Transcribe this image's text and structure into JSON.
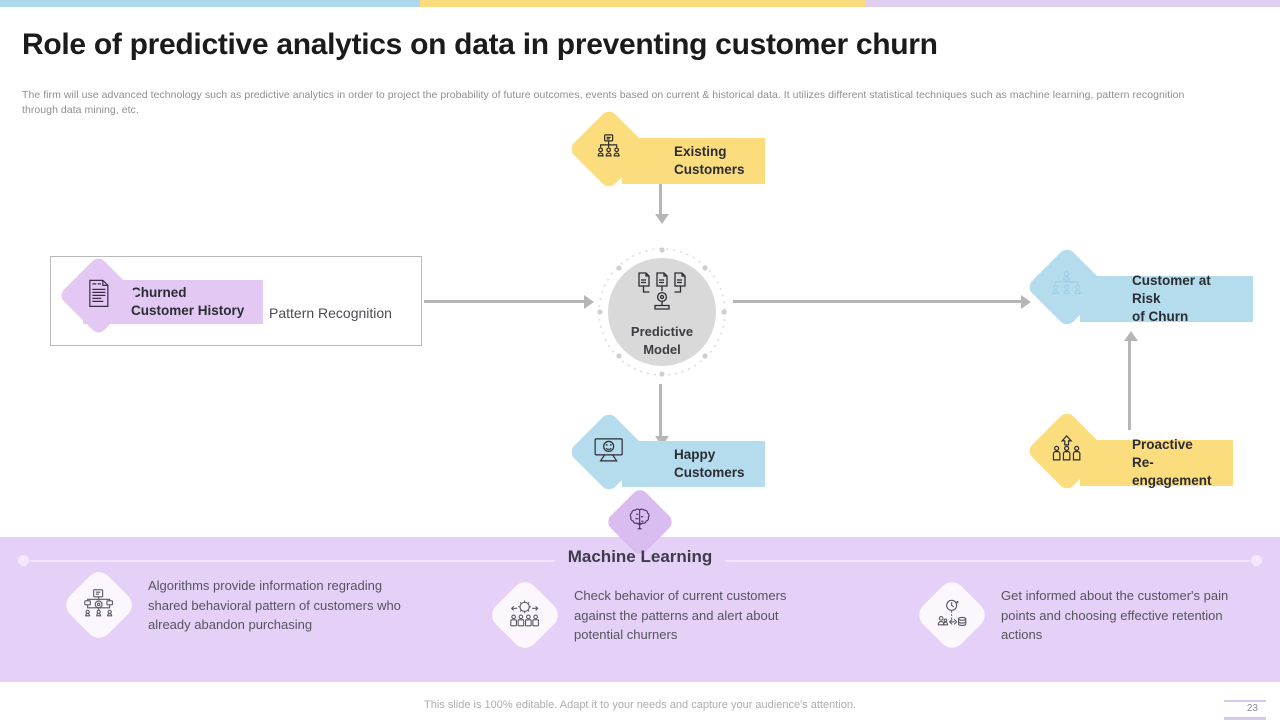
{
  "theme": {
    "yellow": "#fbdd7d",
    "blue": "#b4dcec",
    "purple": "#e2c8f2",
    "band_purple": "#e5d0f7",
    "connector_gray": "#b6b6b6",
    "circle_gray": "#d9d9d9"
  },
  "header": {
    "title": "Role of predictive analytics on data in preventing customer churn",
    "subtitle": "The firm will use advanced technology such as predictive analytics in order to project the probability of future outcomes, events based on current & historical data. It utilizes different statistical techniques such as machine learning, pattern recognition through data mining, etc."
  },
  "diagram": {
    "existing_customers": {
      "label": "Existing\nCustomers",
      "icon": "org-chart-people-icon"
    },
    "churn_card": {
      "label": "Churned\nCustomer History",
      "pattern_label": "Pattern Recognition",
      "icon": "document-text-icon"
    },
    "predictive_model": {
      "label": "Predictive\nModel",
      "icon": "documents-gear-flow-icon"
    },
    "customer_at_risk": {
      "label": "Customer at Risk\nof Churn",
      "icon": "people-network-icon"
    },
    "happy_customers": {
      "label": "Happy Customers",
      "icon": "monitor-smiley-icon"
    },
    "proactive": {
      "label": "Proactive\nRe-engagement",
      "icon": "people-uparrow-icon"
    }
  },
  "machine_learning": {
    "title": "Machine Learning",
    "icon": "brain-icon",
    "items": [
      {
        "text": "Algorithms provide information regrading shared behavioral pattern of customers who already abandon purchasing",
        "icon": "network-gear-icon"
      },
      {
        "text": "Check behavior of current customers against the patterns and alert about potential churners",
        "icon": "gear-people-icon"
      },
      {
        "text": "Get informed about the customer's pain points and choosing effective retention actions",
        "icon": "clock-data-person-icon"
      }
    ]
  },
  "footer": {
    "note": "This slide is 100% editable. Adapt it to your needs and capture your audience's attention.",
    "page_number": "23"
  }
}
